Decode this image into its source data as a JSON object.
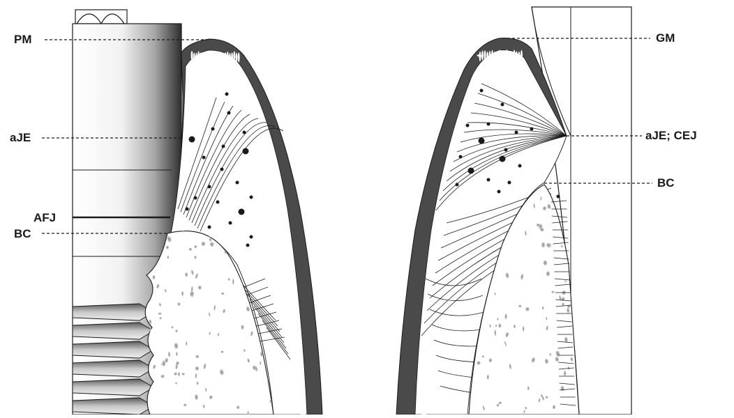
{
  "labels": {
    "left": {
      "pm": "PM",
      "aje": "aJE",
      "afj": "AFJ",
      "bc": "BC"
    },
    "right": {
      "gm": "GM",
      "aje_cej": "aJE; CEJ",
      "bc": "BC"
    }
  },
  "colors": {
    "ink": "#1a1a1a",
    "epithelium": "#4a4a4a",
    "bone_stipple": "#9a9a9a",
    "paper": "#ffffff"
  },
  "panels": [
    "implant",
    "natural-tooth"
  ]
}
